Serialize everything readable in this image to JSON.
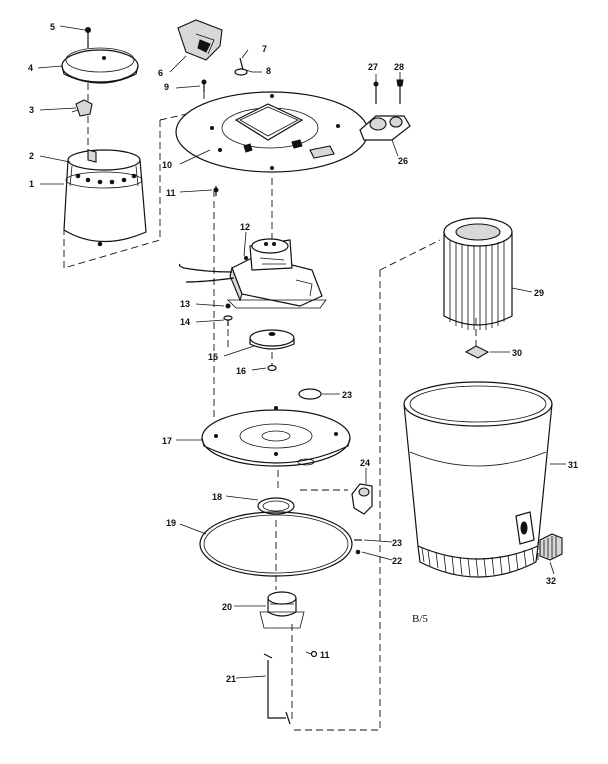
{
  "diagram": {
    "labels": [
      {
        "key": "p5",
        "text": "5"
      },
      {
        "key": "p4",
        "text": "4"
      },
      {
        "key": "p3",
        "text": "3"
      },
      {
        "key": "p2",
        "text": "2"
      },
      {
        "key": "p1",
        "text": "1"
      },
      {
        "key": "p6",
        "text": "6"
      },
      {
        "key": "p7",
        "text": "7"
      },
      {
        "key": "p8",
        "text": "8"
      },
      {
        "key": "p9",
        "text": "9"
      },
      {
        "key": "p10",
        "text": "10"
      },
      {
        "key": "p11a",
        "text": "11"
      },
      {
        "key": "p12",
        "text": "12"
      },
      {
        "key": "p13",
        "text": "13"
      },
      {
        "key": "p14",
        "text": "14"
      },
      {
        "key": "p15",
        "text": "15"
      },
      {
        "key": "p16",
        "text": "16"
      },
      {
        "key": "p27",
        "text": "27"
      },
      {
        "key": "p28",
        "text": "28"
      },
      {
        "key": "p26",
        "text": "26"
      },
      {
        "key": "p29",
        "text": "29"
      },
      {
        "key": "p30",
        "text": "30"
      },
      {
        "key": "p23a",
        "text": "23"
      },
      {
        "key": "p17",
        "text": "17"
      },
      {
        "key": "p31",
        "text": "31"
      },
      {
        "key": "p24",
        "text": "24"
      },
      {
        "key": "p18",
        "text": "18"
      },
      {
        "key": "p19",
        "text": "19"
      },
      {
        "key": "p23b",
        "text": "23"
      },
      {
        "key": "p22",
        "text": "22"
      },
      {
        "key": "p32",
        "text": "32"
      },
      {
        "key": "p20",
        "text": "20"
      },
      {
        "key": "p11b",
        "text": "11"
      },
      {
        "key": "p21",
        "text": "21"
      }
    ],
    "page_code": "B/5"
  }
}
